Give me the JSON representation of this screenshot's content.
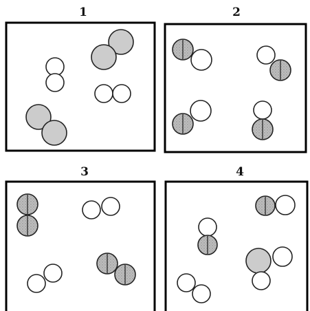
{
  "panels": [
    {
      "label": "1",
      "molecules": [
        {
          "atoms": [
            {
              "type": "white"
            },
            {
              "type": "white"
            }
          ]
        },
        {
          "atoms": [
            {
              "type": "shaded"
            },
            {
              "type": "shaded"
            }
          ]
        },
        {
          "atoms": [
            {
              "type": "white"
            },
            {
              "type": "white"
            }
          ]
        },
        {
          "atoms": [
            {
              "type": "shaded"
            },
            {
              "type": "shaded"
            }
          ]
        }
      ]
    },
    {
      "label": "2",
      "molecules": [
        {
          "atoms": [
            {
              "type": "striped"
            },
            {
              "type": "white"
            }
          ]
        },
        {
          "atoms": [
            {
              "type": "white"
            },
            {
              "type": "striped"
            }
          ]
        },
        {
          "atoms": [
            {
              "type": "striped"
            },
            {
              "type": "white"
            }
          ]
        },
        {
          "atoms": [
            {
              "type": "white"
            },
            {
              "type": "striped"
            }
          ]
        }
      ]
    },
    {
      "label": "3",
      "molecules": [
        {
          "atoms": [
            {
              "type": "striped"
            },
            {
              "type": "striped"
            }
          ]
        },
        {
          "atoms": [
            {
              "type": "white"
            },
            {
              "type": "white"
            }
          ]
        },
        {
          "atoms": [
            {
              "type": "white"
            },
            {
              "type": "white"
            }
          ]
        },
        {
          "atoms": [
            {
              "type": "striped"
            },
            {
              "type": "striped"
            }
          ]
        }
      ]
    },
    {
      "label": "4",
      "molecules": [
        {
          "atoms": [
            {
              "type": "striped"
            },
            {
              "type": "white"
            }
          ]
        },
        {
          "atoms": [
            {
              "type": "white"
            },
            {
              "type": "striped"
            }
          ]
        },
        {
          "atoms": [
            {
              "type": "shaded"
            },
            {
              "type": "white"
            },
            {
              "type": "white"
            }
          ]
        },
        {
          "atoms": [
            {
              "type": "white"
            },
            {
              "type": "white"
            }
          ]
        }
      ]
    }
  ],
  "colors": {
    "shaded": "#cccccc",
    "striped": "#b8b8b8",
    "white": "#ffffff",
    "stroke": "#222222"
  }
}
